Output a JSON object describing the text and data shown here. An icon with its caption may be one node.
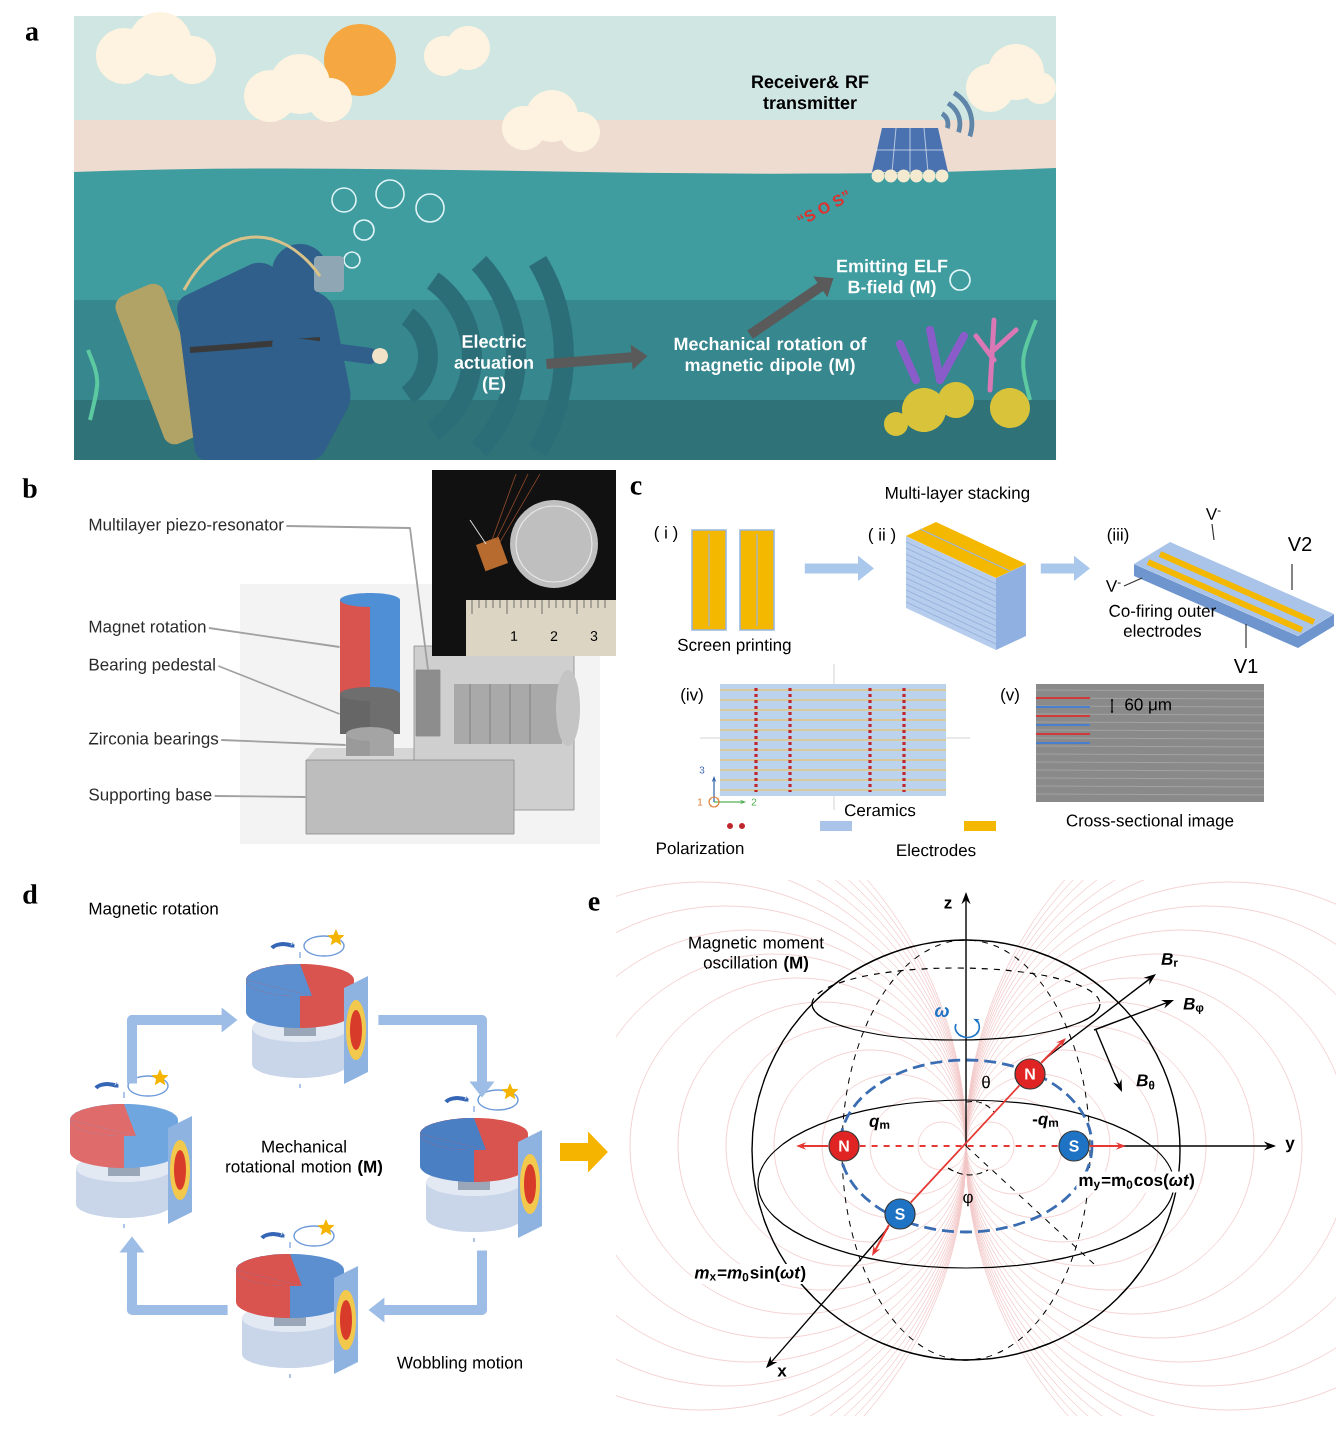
{
  "diagram": {
    "nodes": [
      {
        "text": [
          "Electric actuation (E)"
        ]
      },
      {
        "text": [
          "Mechanical rotation of magnetic dipole (M)"
        ]
      },
      {
        "text": [
          "Emitting ELF B-field (M)"
        ]
      },
      {
        "text": [
          "Multilayer piezo-resonator"
        ]
      },
      {
        "text": [
          "Magnet rotation"
        ]
      },
      {
        "text": [
          "Bearing pedestal"
        ]
      },
      {
        "text": [
          "Zirconia bearings"
        ]
      },
      {
        "text": [
          "Supporting base"
        ]
      },
      {
        "text": [
          "Screen printing"
        ]
      },
      {
        "text": [
          "Multi-layer stacking"
        ]
      },
      {
        "text": [
          "Co-firing outer electrodes"
        ]
      },
      {
        "text": [],
        "shape": "picture",
        "beside": [
          "Magnetic rotation"
        ]
      },
      {
        "text": [],
        "shape": "picture"
      },
      {
        "text": [],
        "shape": "picture"
      },
      {
        "text": [],
        "shape": "picture",
        "beside": [
          "Wobbling motion"
        ]
      },
      {
        "text": [
          "N"
        ]
      },
      {
        "text": [
          "N"
        ],
        "beside": [
          "*q*$_{m}$"
        ]
      },
      {
        "text": [
          "S"
        ],
        "beside": [
          "-*q*$_{m}$"
        ]
      },
      {
        "text": [
          "S"
        ]
      },
      {
        "text": [],
        "shape": "box"
      },
      {
        "text": [],
        "shape": "cylinder"
      },
      {
        "text": [],
        "shape": "cylinder"
      },
      {
        "text": [],
        "shape": "cylinder"
      },
      {
        "text": [],
        "shape": "box"
      }
    ],
    "edges": [
      {
        "from": 0,
        "to": 1,
        "arrow": "to",
        "color": "#5a5a5a"
      },
      {
        "from": 1,
        "to": 2,
        "arrow": "to",
        "color": "#5a5a5a"
      },
      {
        "from": 3,
        "to": 19,
        "arrow": "none"
      },
      {
        "from": 4,
        "to": 20,
        "arrow": "none"
      },
      {
        "from": 5,
        "to": 21,
        "arrow": "none"
      },
      {
        "from": 6,
        "to": 22,
        "arrow": "none"
      },
      {
        "from": 7,
        "to": 23,
        "arrow": "none"
      },
      {
        "from": 8,
        "to": 9,
        "arrow": "to",
        "color": "#a9c8ec"
      },
      {
        "from": 9,
        "to": 10,
        "arrow": "to",
        "color": "#a9c8ec"
      },
      {
        "from": 11,
        "to": 13,
        "arrow": "to",
        "color": "#9dbde6"
      },
      {
        "from": 13,
        "to": 14,
        "arrow": "to",
        "color": "#9dbde6"
      },
      {
        "from": 14,
        "to": 12,
        "arrow": "to",
        "color": "#9dbde6"
      },
      {
        "from": 12,
        "to": 11,
        "arrow": "to",
        "color": "#9dbde6"
      },
      {
        "from": 16,
        "to": 17,
        "arrow": "none",
        "style": "dashed",
        "color": "#e53935"
      },
      {
        "from": 15,
        "to": 18,
        "arrow": "none",
        "color": "#e53935"
      }
    ],
    "labels": [
      "a",
      "Receiver& RF transmitter",
      "“S O S”",
      "b",
      "1",
      "2",
      "3",
      "c",
      "( i )",
      "( ii )",
      "(iii)",
      "V$^{-}$",
      "V$^{-}$",
      "V2",
      "V1",
      "(iv)",
      "3",
      "1",
      "2",
      "(v)",
      "60 μm",
      "Cross-sectional image",
      "d",
      "Mechanical rotational motion **(M)**",
      "e",
      "Magnetic moment oscillation **(M)**",
      "z",
      "y",
      "x",
      "*B*$_{r}$",
      "*B*$_{φ}$",
      "*B*$_{θ}$",
      "ω",
      "θ",
      "φ",
      "m$_{y}$=m$_{0}$cos(*ωt*)",
      "*m*$_{x}$=*m*$_{0}$sin(*ωt*)"
    ],
    "legend": [
      {
        "text": "Polarization"
      },
      {
        "text": "Ceramics",
        "color": "#a9c4e8"
      },
      {
        "text": "Electrodes",
        "color": "#f5b800"
      }
    ]
  }
}
